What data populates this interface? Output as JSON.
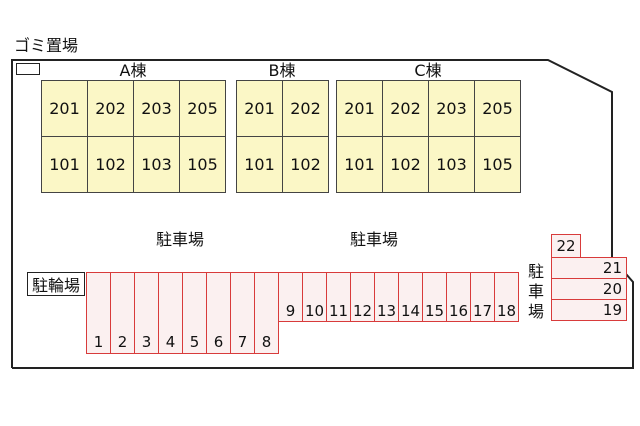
{
  "garbage_label": "ゴミ置場",
  "buildings": [
    {
      "name": "A棟",
      "upper": [
        "201",
        "202",
        "203",
        "205"
      ],
      "lower": [
        "101",
        "102",
        "103",
        "105"
      ]
    },
    {
      "name": "B棟",
      "upper": [
        "201",
        "202"
      ],
      "lower": [
        "101",
        "102"
      ]
    },
    {
      "name": "C棟",
      "upper": [
        "201",
        "202",
        "203",
        "205"
      ],
      "lower": [
        "101",
        "102",
        "103",
        "105"
      ]
    }
  ],
  "parking_labels": [
    "駐車場",
    "駐車場"
  ],
  "right_parking_label": [
    "駐",
    "車",
    "場"
  ],
  "bicycle_label": "駐輪場",
  "stalls_tall": [
    "1",
    "2",
    "3",
    "4",
    "5",
    "6",
    "7",
    "8"
  ],
  "stalls_mid": [
    "9",
    "10",
    "11",
    "12",
    "13",
    "14",
    "15",
    "16",
    "17",
    "18"
  ],
  "stalls_right": [
    "21",
    "20",
    "19"
  ],
  "stall_top": "22"
}
